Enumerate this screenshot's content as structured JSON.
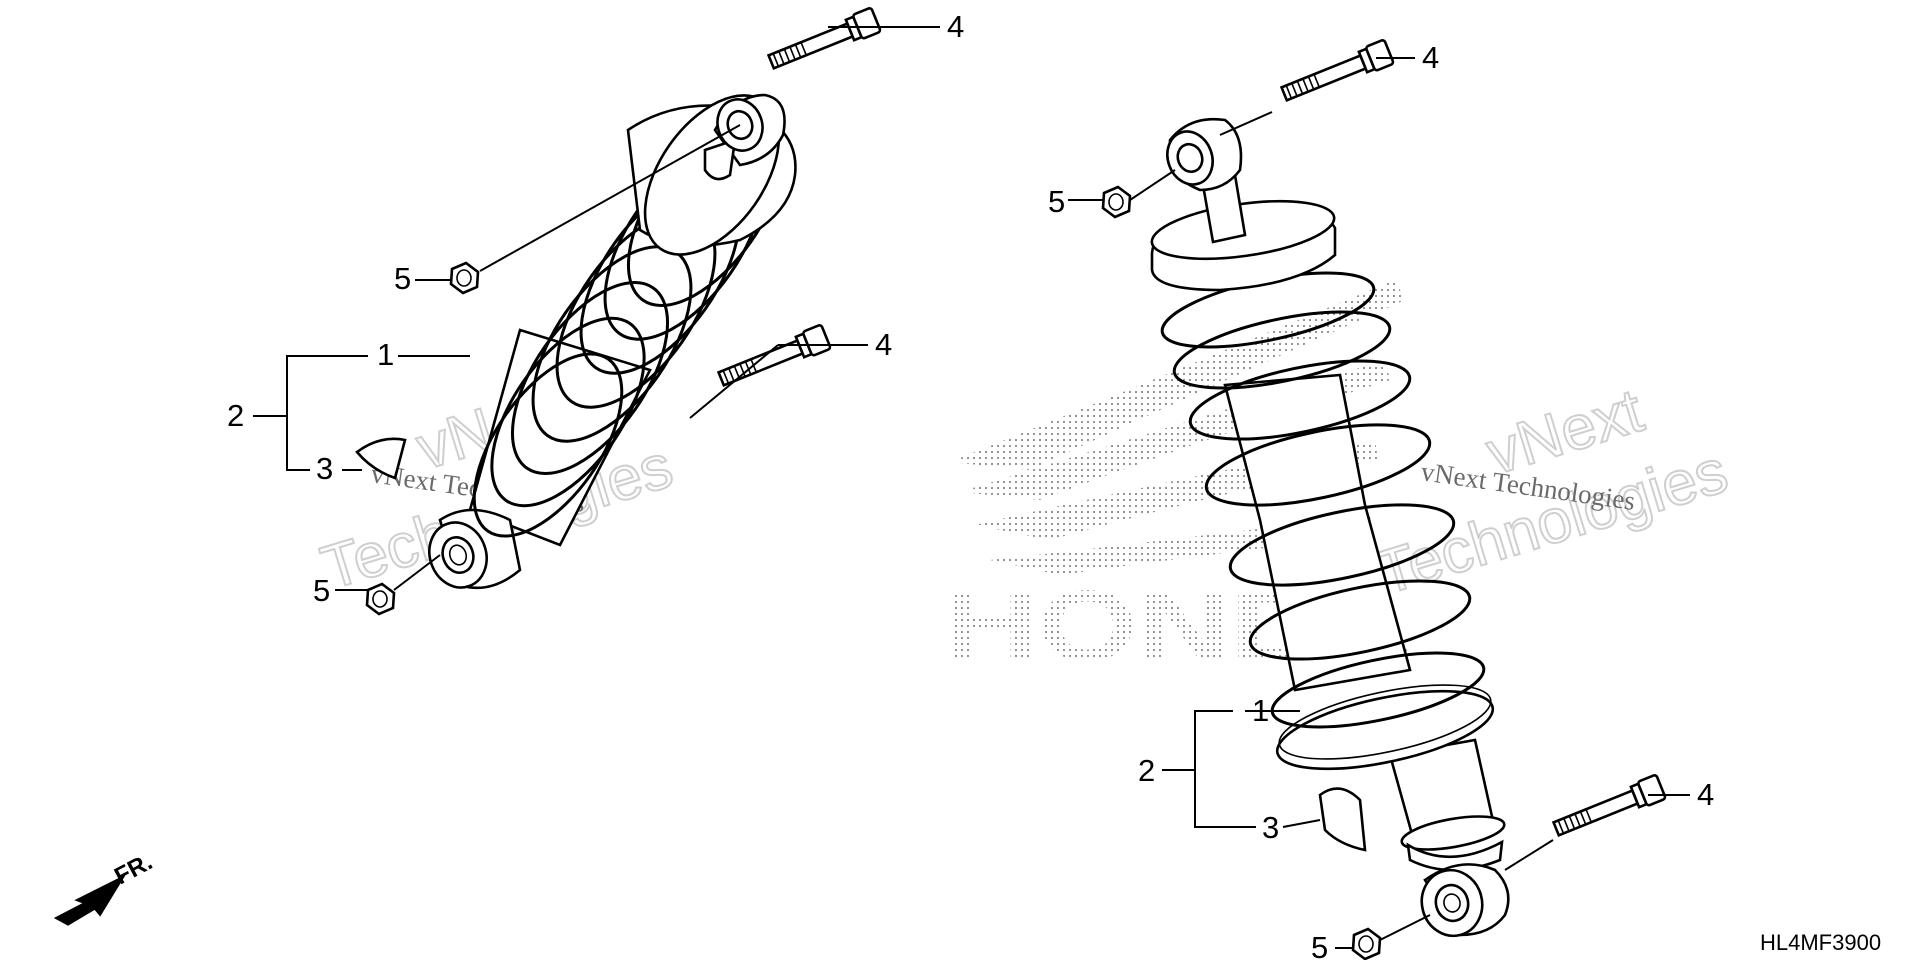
{
  "diagram_code": "HL4MF3900",
  "direction_label": "FR.",
  "watermark": {
    "brand_text": "HONDA",
    "company_large_1": "vNext",
    "company_large_2": "Technologies",
    "company_small": "vNext Technologies"
  },
  "left_assembly": {
    "callouts": {
      "bolt_upper": "4",
      "nut_upper": "5",
      "spring": "1",
      "assembly": "2",
      "label": "3",
      "bolt_lower": "4",
      "nut_lower": "5"
    }
  },
  "right_assembly": {
    "callouts": {
      "bolt_upper": "4",
      "nut_upper": "5",
      "spring": "1",
      "assembly": "2",
      "label": "3",
      "bolt_lower": "4",
      "nut_lower": "5"
    }
  }
}
